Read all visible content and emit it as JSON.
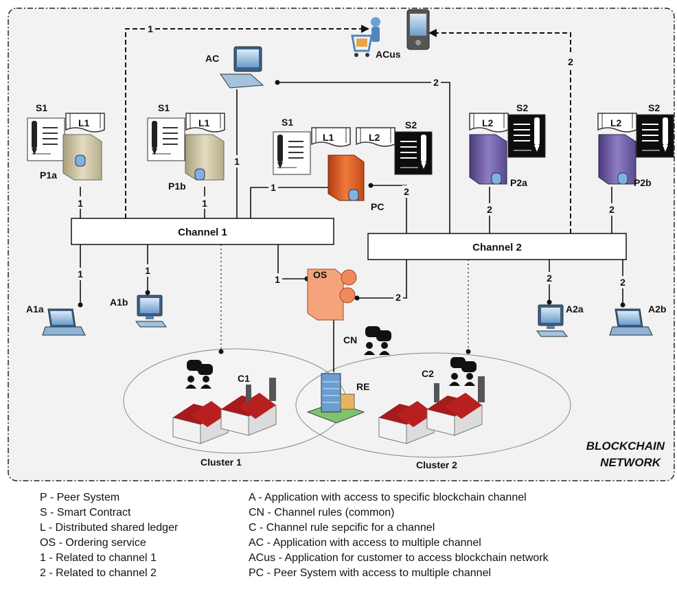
{
  "diagram": {
    "network_label_line1": "BLOCKCHAIN",
    "network_label_line2": "NETWORK",
    "channel1": "Channel 1",
    "channel2": "Channel 2",
    "cluster1": "Cluster 1",
    "cluster2": "Cluster 2",
    "nodes": {
      "ac": "AC",
      "acus": "ACus",
      "p1a": "P1a",
      "p1b": "P1b",
      "pc": "PC",
      "p2a": "P2a",
      "p2b": "P2b",
      "os": "OS",
      "cn": "CN",
      "re": "RE",
      "a1a": "A1a",
      "a1b": "A1b",
      "a2a": "A2a",
      "a2b": "A2b",
      "c1": "C1",
      "c2": "C2"
    },
    "docs": {
      "s1": "S1",
      "s2": "S2",
      "l1": "L1",
      "l2": "L2"
    },
    "link_labels": {
      "one": "1",
      "two": "2"
    }
  },
  "legend": {
    "left": [
      "P - Peer System",
      "S - Smart Contract",
      "L - Distributed shared ledger",
      "OS - Ordering service",
      "1 - Related to channel 1",
      "2 - Related to channel 2"
    ],
    "right": [
      "A - Application with access to specific blockchain channel",
      "CN - Channel rules (common)",
      "C - Channel rule sepcific for a channel",
      "AC - Application with access to multiple channel",
      "ACus - Application for customer to access blockchain network",
      "PC - Peer System with access to multiple channel"
    ]
  },
  "colors": {
    "frame_fill": "#f2f2f2",
    "server_beige": "#cfc8a8",
    "server_orange": "#d9541c",
    "server_purple": "#6b5a9e",
    "os_orange": "#f4a37a"
  }
}
